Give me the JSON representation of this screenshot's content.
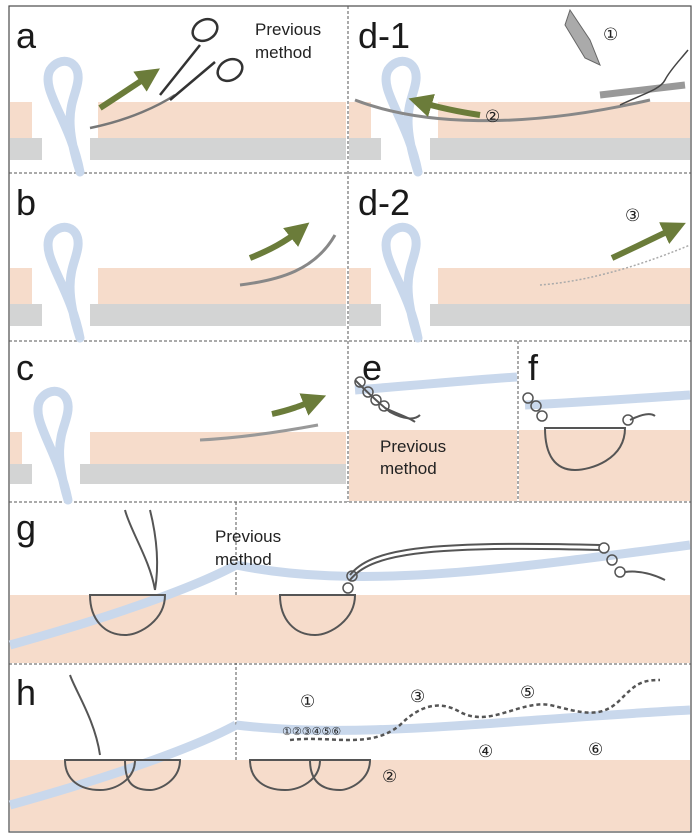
{
  "colors": {
    "skin": "#f6dccb",
    "base": "#d3d4d4",
    "duct": "#c9d8ec",
    "arrow": "#6b7c3a",
    "suture": "#555555",
    "border": "#4a4a4a"
  },
  "panels": {
    "a": {
      "letter": "a",
      "note_line1": "Previous",
      "note_line2": "method"
    },
    "b": {
      "letter": "b"
    },
    "c": {
      "letter": "c"
    },
    "d1": {
      "letter": "d-1",
      "step1": "①",
      "step2": "②"
    },
    "d2": {
      "letter": "d-2",
      "step3": "③"
    },
    "e": {
      "letter": "e",
      "note_line1": "Previous",
      "note_line2": "method"
    },
    "f": {
      "letter": "f"
    },
    "g": {
      "letter": "g",
      "note_line1": "Previous",
      "note_line2": "method"
    },
    "h": {
      "letter": "h",
      "step1": "①",
      "step2": "②",
      "step3": "③",
      "step4": "④",
      "step5": "⑤",
      "step6": "⑥",
      "sequence": "①②③④⑤⑥"
    }
  }
}
